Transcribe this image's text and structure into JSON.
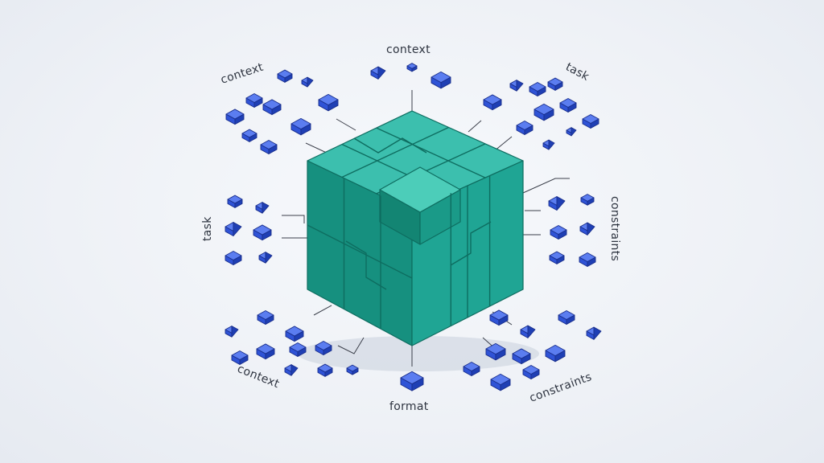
{
  "labels": {
    "context_top": "context",
    "context_left": "context",
    "context_bottom": "context",
    "task_right": "task",
    "task_left": "task",
    "constraints_right": "constraints",
    "constraints_bottom": "constraints",
    "format": "format"
  },
  "colors": {
    "cube_top": "#3cbfae",
    "cube_left": "#16907f",
    "cube_right": "#1fa594",
    "cube_edge": "#0e6d60",
    "piece_top": "#5b7df0",
    "piece_front": "#2f53d6",
    "piece_side": "#1f3fb4",
    "piece_edge": "#1a2f8c"
  }
}
